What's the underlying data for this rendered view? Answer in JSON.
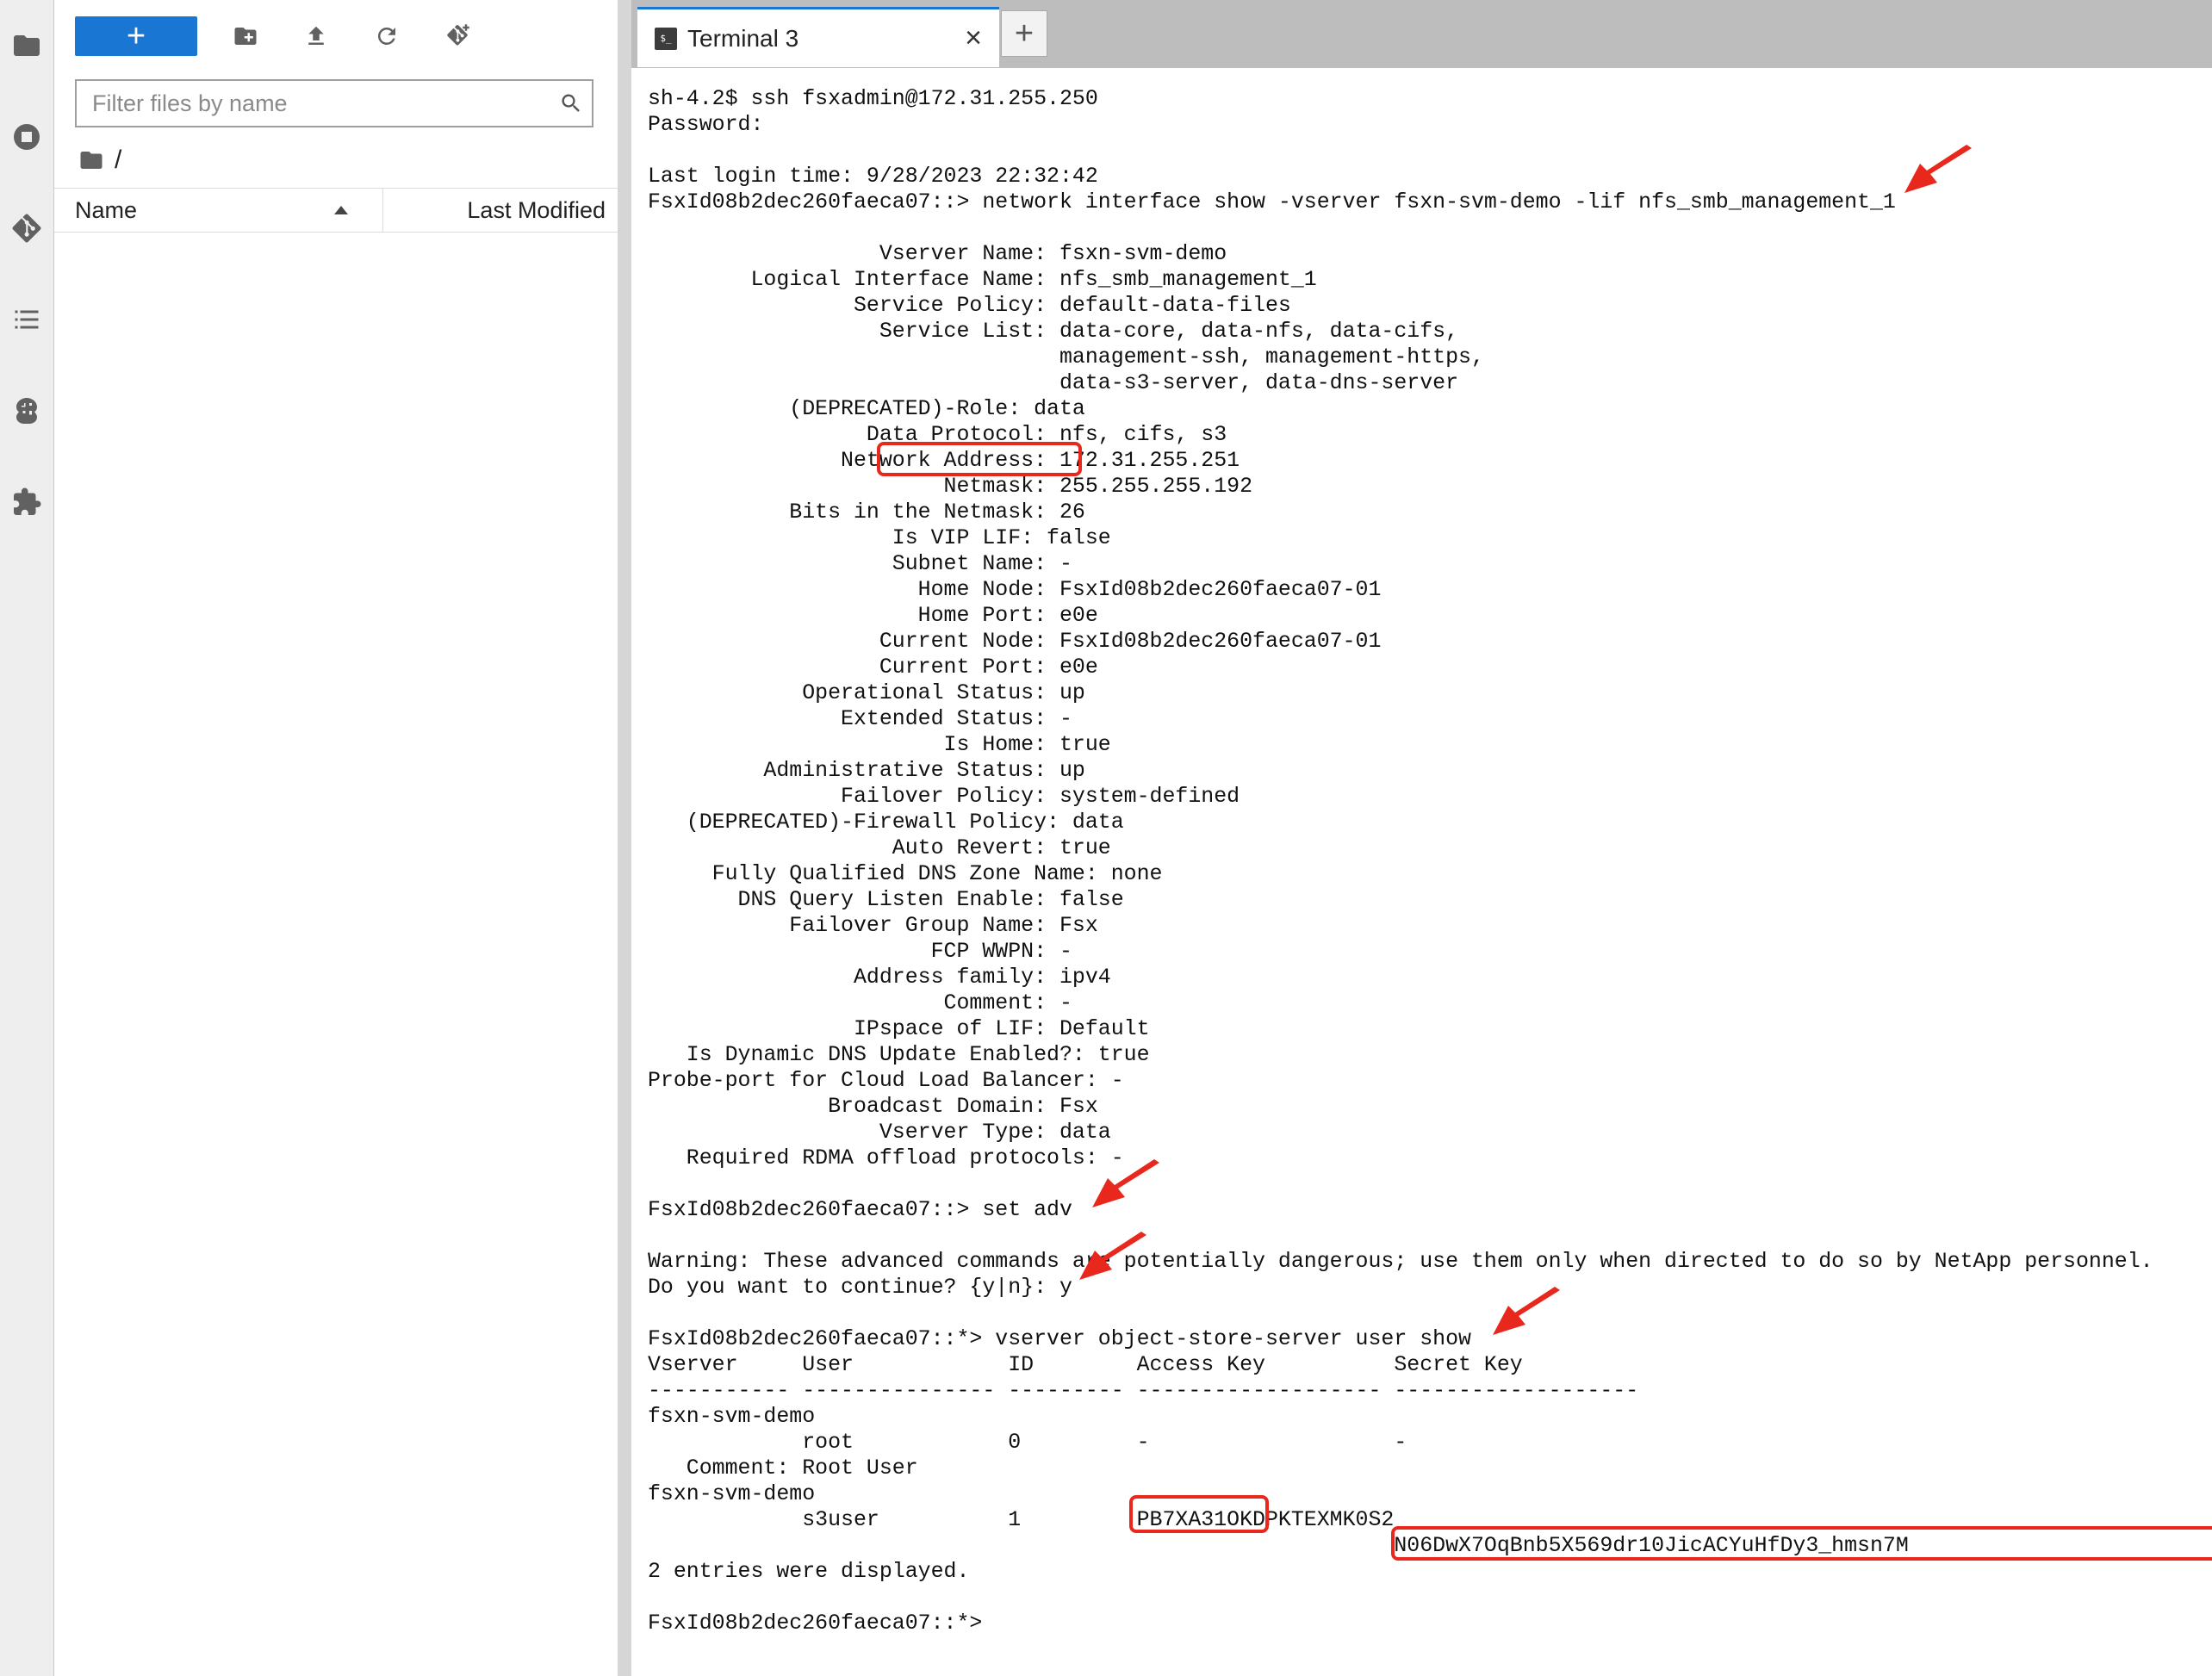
{
  "file_browser": {
    "filter_placeholder": "Filter files by name",
    "breadcrumb": "/",
    "columns": {
      "name": "Name",
      "last_modified": "Last Modified"
    },
    "new_button_label": "+"
  },
  "tabs": [
    {
      "label": "Terminal 3",
      "icon": "terminal-icon"
    }
  ],
  "add_tab_label": "+",
  "terminal_lines": [
    "sh-4.2$ ssh fsxadmin@172.31.255.250",
    "Password:",
    "",
    "Last login time: 9/28/2023 22:32:42",
    "FsxId08b2dec260faeca07::> network interface show -vserver fsxn-svm-demo -lif nfs_smb_management_1",
    "",
    "                  Vserver Name: fsxn-svm-demo",
    "        Logical Interface Name: nfs_smb_management_1",
    "                Service Policy: default-data-files",
    "                  Service List: data-core, data-nfs, data-cifs,",
    "                                management-ssh, management-https,",
    "                                data-s3-server, data-dns-server",
    "           (DEPRECATED)-Role: data",
    "                 Data Protocol: nfs, cifs, s3",
    "               Network Address: 172.31.255.251",
    "                       Netmask: 255.255.255.192",
    "           Bits in the Netmask: 26",
    "                   Is VIP LIF: false",
    "                   Subnet Name: -",
    "                     Home Node: FsxId08b2dec260faeca07-01",
    "                     Home Port: e0e",
    "                  Current Node: FsxId08b2dec260faeca07-01",
    "                  Current Port: e0e",
    "            Operational Status: up",
    "               Extended Status: -",
    "                       Is Home: true",
    "         Administrative Status: up",
    "               Failover Policy: system-defined",
    "   (DEPRECATED)-Firewall Policy: data",
    "                   Auto Revert: true",
    "     Fully Qualified DNS Zone Name: none",
    "       DNS Query Listen Enable: false",
    "           Failover Group Name: Fsx",
    "                      FCP WWPN: -",
    "                Address family: ipv4",
    "                       Comment: -",
    "                IPspace of LIF: Default",
    "   Is Dynamic DNS Update Enabled?: true",
    "Probe-port for Cloud Load Balancer: -",
    "              Broadcast Domain: Fsx",
    "                  Vserver Type: data",
    "   Required RDMA offload protocols: -",
    "",
    "FsxId08b2dec260faeca07::> set adv",
    "",
    "Warning: These advanced commands are potentially dangerous; use them only when directed to do so by NetApp personnel.",
    "Do you want to continue? {y|n}: y",
    "",
    "FsxId08b2dec260faeca07::*> vserver object-store-server user show",
    "Vserver     User            ID        Access Key          Secret Key",
    "----------- --------------- --------- ------------------- -------------------",
    "fsxn-svm-demo",
    "            root            0         -                   -",
    "   Comment: Root User",
    "fsxn-svm-demo",
    "            s3user          1         PB7XA31OKDPKTEXMK0S2",
    "                                                          N06DwX7OqBnb5X569dr10JicACYuHfDy3_hmsn7M",
    "2 entries were displayed.",
    "",
    "FsxId08b2dec260faeca07::*>"
  ],
  "annotation_color": "#e8281c",
  "accent_color": "#1976d2"
}
